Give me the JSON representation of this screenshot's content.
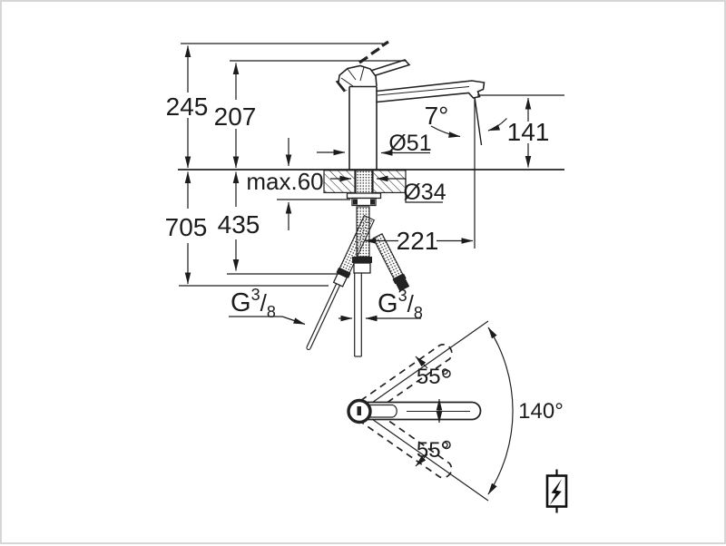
{
  "side_view": {
    "overall_height": "245",
    "spout_height": "207",
    "clearance_height": "705",
    "underdeck_height": "435",
    "max_counter_thickness": "max.60",
    "body_diameter": "Ø51",
    "hole_diameter": "Ø34",
    "spout_reach": "221",
    "outlet_height": "141",
    "spout_angle": "7°",
    "thread_label": {
      "base": "G",
      "sup": "3",
      "slash": "/",
      "sub": "8"
    }
  },
  "top_view": {
    "swivel_upper": "55°",
    "swivel_lower": "55°",
    "swivel_total": "140°"
  },
  "symbols": {
    "bottom_right_icon": "lightning-bolt"
  },
  "colors": {
    "line": "#222222",
    "background": "#ffffff",
    "frame": "#d6d6d6"
  }
}
